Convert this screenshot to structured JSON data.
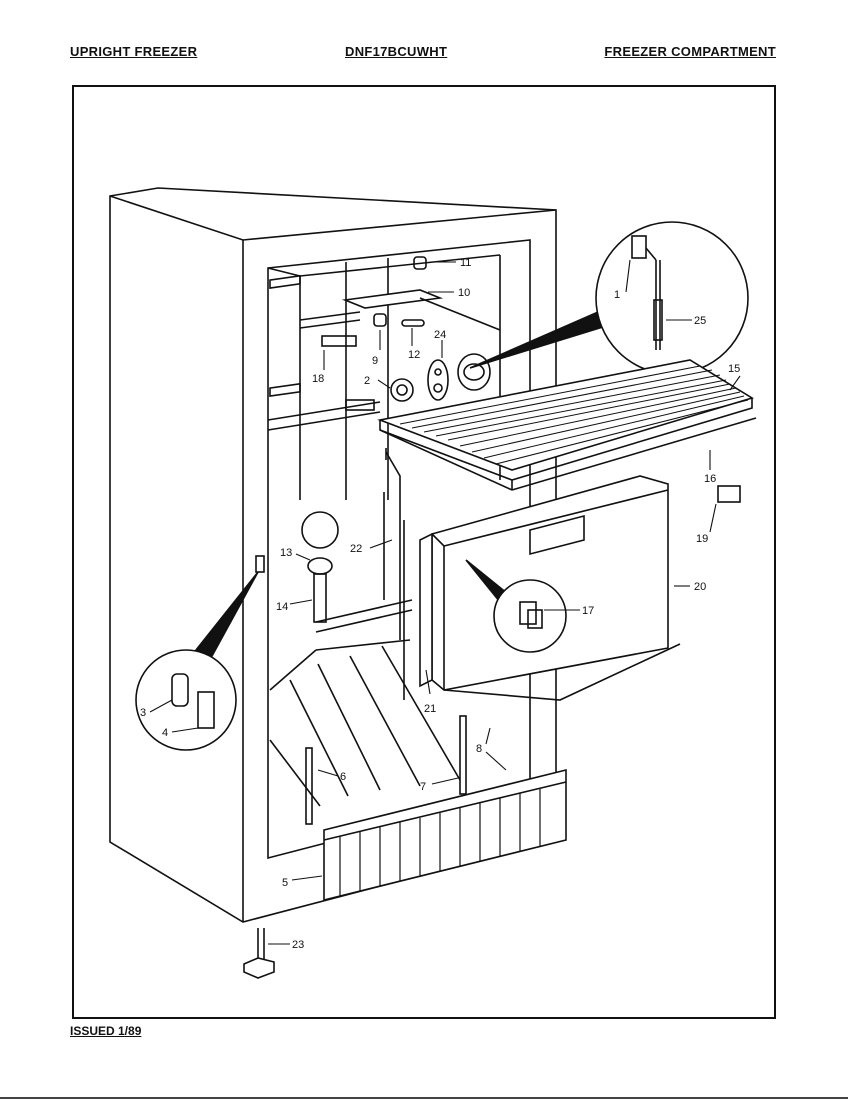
{
  "header": {
    "left": "UPRIGHT FREEZER",
    "middle": "DNF17BCUWHT",
    "right": "FREEZER COMPARTMENT"
  },
  "footer": "ISSUED 1/89",
  "callouts": [
    {
      "label": "1"
    },
    {
      "label": "2"
    },
    {
      "label": "3"
    },
    {
      "label": "4"
    },
    {
      "label": "5"
    },
    {
      "label": "6"
    },
    {
      "label": "7"
    },
    {
      "label": "8"
    },
    {
      "label": "9"
    },
    {
      "label": "10"
    },
    {
      "label": "11"
    },
    {
      "label": "12"
    },
    {
      "label": "13"
    },
    {
      "label": "14"
    },
    {
      "label": "15"
    },
    {
      "label": "16"
    },
    {
      "label": "17"
    },
    {
      "label": "18"
    },
    {
      "label": "19"
    },
    {
      "label": "20"
    },
    {
      "label": "21"
    },
    {
      "label": "22"
    },
    {
      "label": "23"
    },
    {
      "label": "24"
    },
    {
      "label": "25"
    }
  ]
}
